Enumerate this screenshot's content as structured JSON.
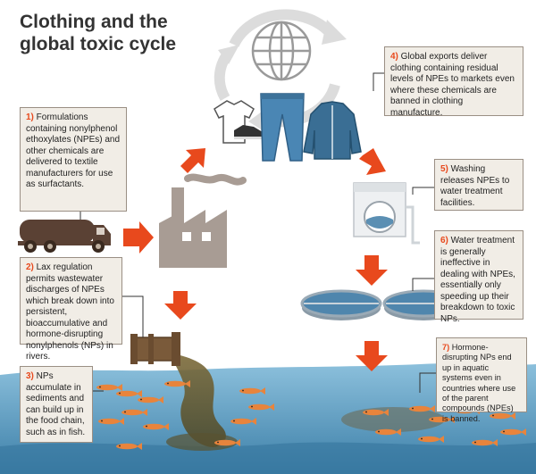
{
  "title": {
    "line1": "Clothing and the",
    "line2": "global toxic cycle"
  },
  "steps": [
    {
      "num": "1)",
      "text": "Formulations containing nonylphenol ethoxylates (NPEs) and other chemicals are delivered to textile manufacturers for use as surfactants."
    },
    {
      "num": "2)",
      "text": "Lax regulation permits wastewater discharges of NPEs which break down into persistent, bioaccumulative and hormone-disrupting nonylphenols (NPs) in rivers."
    },
    {
      "num": "3)",
      "text": "NPs accumulate in sediments and can build up in the food chain, such as in fish."
    },
    {
      "num": "4)",
      "text": "Global exports deliver clothing containing residual levels of NPEs to markets even where these chemicals are banned in clothing manufacture."
    },
    {
      "num": "5)",
      "text": "Washing releases NPEs to water treatment facilities."
    },
    {
      "num": "6)",
      "text": "Water treatment is generally ineffective in dealing with NPEs, essentially only speeding up their breakdown to toxic NPs."
    },
    {
      "num": "7)",
      "text": "Hormone-disrupting NPs end up in aquatic systems even in countries where use of the parent compounds (NPEs) is banned."
    }
  ],
  "colors": {
    "accent": "#e8491d",
    "box_bg": "#f1ede6",
    "water": "#6fa9c9",
    "factory": "#a89c94",
    "pipe": "#7a5a3a",
    "truck": "#5a4134"
  },
  "icons": [
    "globe-icon",
    "t-shirt-icon",
    "shoes-icon",
    "trousers-icon",
    "jacket-icon",
    "factory-icon",
    "tanker-truck-icon",
    "washing-machine-icon",
    "treatment-tank-icon",
    "discharge-pipe-icon",
    "fish-icon"
  ]
}
